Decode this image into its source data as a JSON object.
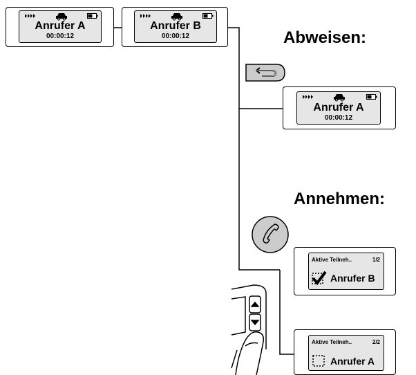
{
  "top_calls": [
    {
      "caller": "Anrufer A",
      "timer": "00:00:12"
    },
    {
      "caller": "Anrufer B",
      "timer": "00:00:12"
    }
  ],
  "reject": {
    "heading": "Abweisen:",
    "button_icon": "back-arrow-icon",
    "result": {
      "caller": "Anrufer A",
      "timer": "00:00:12"
    }
  },
  "accept": {
    "heading": "Annehmen:",
    "button_icon": "phone-handset-icon",
    "results": [
      {
        "title": "Aktive Teilneh..",
        "index": "1/2",
        "name": "Anrufer B",
        "selected": true
      },
      {
        "title": "Aktive Teilneh..",
        "index": "2/2",
        "name": "Anrufer A",
        "selected": false
      }
    ]
  },
  "colors": {
    "screen_bg": "#e6e6e6",
    "button_bg": "#cccccc",
    "line": "#000000"
  }
}
